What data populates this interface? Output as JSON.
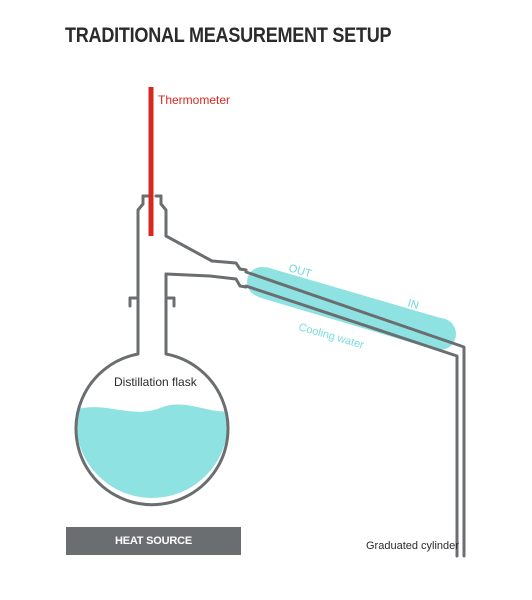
{
  "title": "TRADITIONAL MEASUREMENT SETUP",
  "labels": {
    "thermometer": "Thermometer",
    "distillation_flask": "Distillation flask",
    "out": "OUT",
    "in": "IN",
    "cooling_water": "Cooling water",
    "heat_source": "HEAT SOURCE",
    "graduated_cylinder": "Graduated cylinder"
  },
  "colors": {
    "glass": "#6b6e70",
    "thermometer": "#d7281f",
    "liquid": "#8ee2e2",
    "cooling_label": "#7adcdc",
    "text": "#2b2b2b"
  }
}
